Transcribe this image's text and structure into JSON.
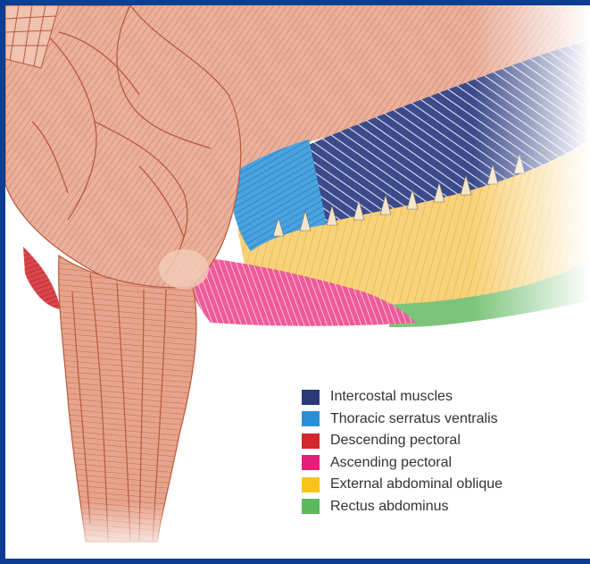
{
  "legend": {
    "items": [
      {
        "label": "Intercostal muscles",
        "color": "#283a78"
      },
      {
        "label": "Thoracic serratus ventralis",
        "color": "#2a8fd6"
      },
      {
        "label": "Descending pectoral",
        "color": "#d2282e"
      },
      {
        "label": "Ascending pectoral",
        "color": "#e31f7a"
      },
      {
        "label": "External abdominal oblique",
        "color": "#f9c31c"
      },
      {
        "label": "Rectus abdominus",
        "color": "#5cb85c"
      }
    ]
  },
  "colors": {
    "frame": "#0b3d91",
    "muscle_base": "#e8a58e",
    "muscle_line": "#b85a3e"
  }
}
